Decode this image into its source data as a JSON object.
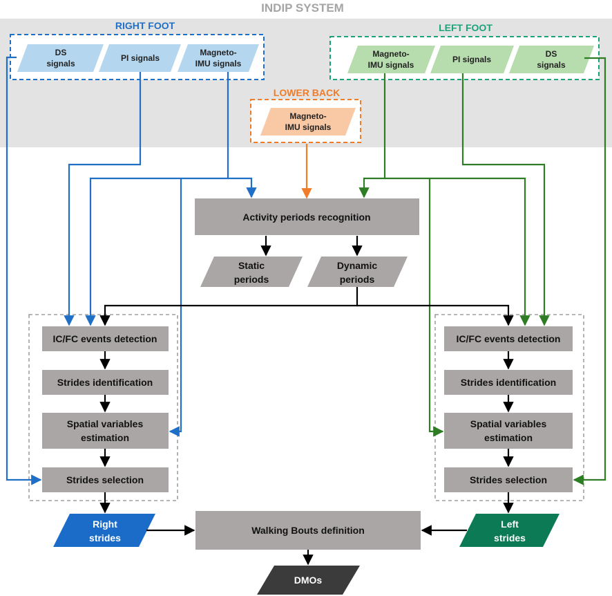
{
  "title": "INDIP SYSTEM",
  "sections": {
    "right_foot": "RIGHT FOOT",
    "left_foot": "LEFT FOOT",
    "lower_back": "LOWER BACK"
  },
  "signals": {
    "rf_ds": [
      "DS",
      "signals"
    ],
    "rf_pi": [
      "PI signals"
    ],
    "rf_mimu": [
      "Magneto-",
      "IMU signals"
    ],
    "lf_mimu": [
      "Magneto-",
      "IMU signals"
    ],
    "lf_pi": [
      "PI signals"
    ],
    "lf_ds": [
      "DS",
      "signals"
    ],
    "lb_mimu": [
      "Magneto-",
      "IMU signals"
    ]
  },
  "process": {
    "activity": "Activity periods recognition",
    "static": [
      "Static",
      "periods"
    ],
    "dynamic": [
      "Dynamic",
      "periods"
    ],
    "right_steps": [
      "IC/FC events detection",
      "Strides identification",
      "Spatial variables|estimation",
      "Strides selection"
    ],
    "left_steps": [
      "IC/FC events detection",
      "Strides identification",
      "Spatial variables|estimation",
      "Strides selection"
    ],
    "right_strides": [
      "Right",
      "strides"
    ],
    "left_strides": [
      "Left",
      "strides"
    ],
    "walking_bouts": "Walking Bouts definition",
    "dmos": "DMOs"
  },
  "colors": {
    "right": "#1f6fc6",
    "left": "#2e7d24",
    "lower_back": "#f07c2a",
    "left_foot_title": "#1aa37a",
    "process_box": "#aaa6a6",
    "right_strides": "#1a6cc8",
    "left_strides": "#0b7a55",
    "dmos": "#3b3b3b"
  }
}
